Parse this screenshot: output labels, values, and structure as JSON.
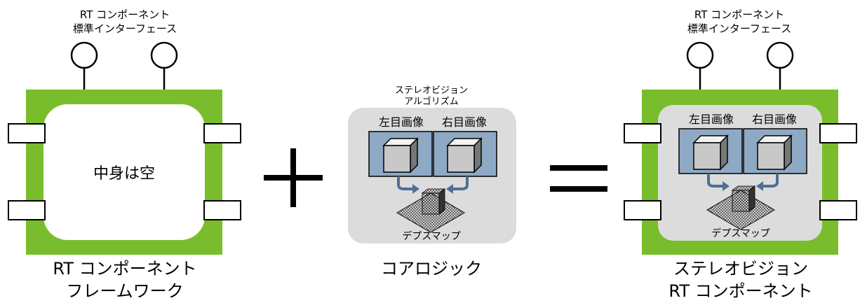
{
  "left": {
    "interface_label": [
      "RT コンポーネント",
      "標準インターフェース"
    ],
    "center_text": "中身は空",
    "caption": [
      "RT コンポーネント",
      "フレームワーク"
    ]
  },
  "operators": {
    "plus": "+",
    "equals": "="
  },
  "core": {
    "algorithm_label": [
      "ステレオビジョン",
      "アルゴリズム"
    ],
    "left_image": "左目画像",
    "right_image": "右目画像",
    "depth_map": "デプスマップ",
    "caption": "コアロジック"
  },
  "right": {
    "interface_label": [
      "RT コンポーネント",
      "標準インターフェース"
    ],
    "left_image": "左目画像",
    "right_image": "右目画像",
    "depth_map": "デプスマップ",
    "caption": [
      "ステレオビジョン",
      "RT コンポーネント"
    ]
  },
  "colors": {
    "frame_green": "#79bd2c",
    "core_gray": "#dcdcdc",
    "image_blue": "#8ea9c4",
    "arrow_blue": "#4f6f94"
  }
}
